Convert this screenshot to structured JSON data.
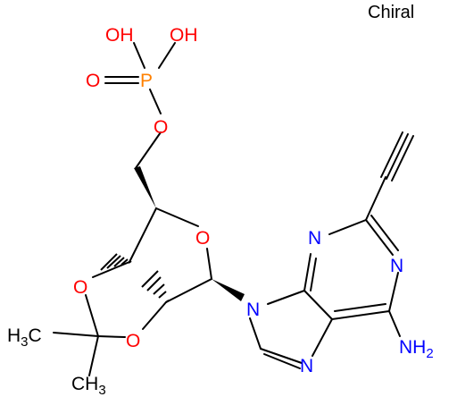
{
  "molecule": {
    "chiral_flag": "Chiral",
    "colors": {
      "oxygen": "#ff0000",
      "nitrogen": "#0000ff",
      "phosphorus": "#ff8000",
      "carbon": "#000000"
    },
    "atoms": {
      "oh_left": "OH",
      "oh_right": "OH",
      "o_double": "O",
      "p": "P",
      "o_ester": "O",
      "o_ring": "O",
      "o_dioxolane_top": "O",
      "o_dioxolane_bottom": "O",
      "n9": "N",
      "n3": "N",
      "n1": "N",
      "n7": "N",
      "nh2": {
        "main": "NH",
        "sub": "2"
      },
      "ch3_left": {
        "main": "H",
        "sub": "3",
        "tail": "C"
      },
      "ch3_bottom": {
        "main": "CH",
        "sub": "3"
      }
    }
  }
}
